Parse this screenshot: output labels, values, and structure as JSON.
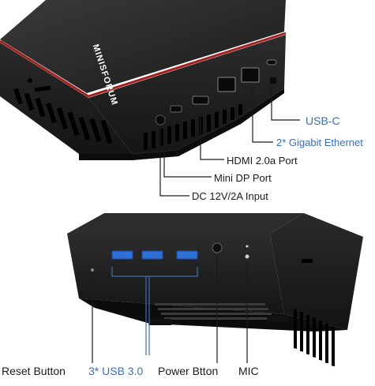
{
  "brand": "MINISFORUM",
  "colors": {
    "accent": "#3d6fb6",
    "label_dark": "#1a1a1a",
    "chassis": "#1e1e1e",
    "trim": "#a3201e",
    "usb_blue": "#2f6fd6"
  },
  "top_view_labels": {
    "usb_c": "USB-C",
    "ethernet": "2* Gigabit Ethernet",
    "hdmi": "HDMI 2.0a Port",
    "mini_dp": "Mini DP Port",
    "dc_input": "DC 12V/2A Input"
  },
  "front_view_labels": {
    "reset": "Reset Button",
    "usb3": "3* USB 3.0",
    "power": "Power Btton",
    "mic": "MIC"
  }
}
